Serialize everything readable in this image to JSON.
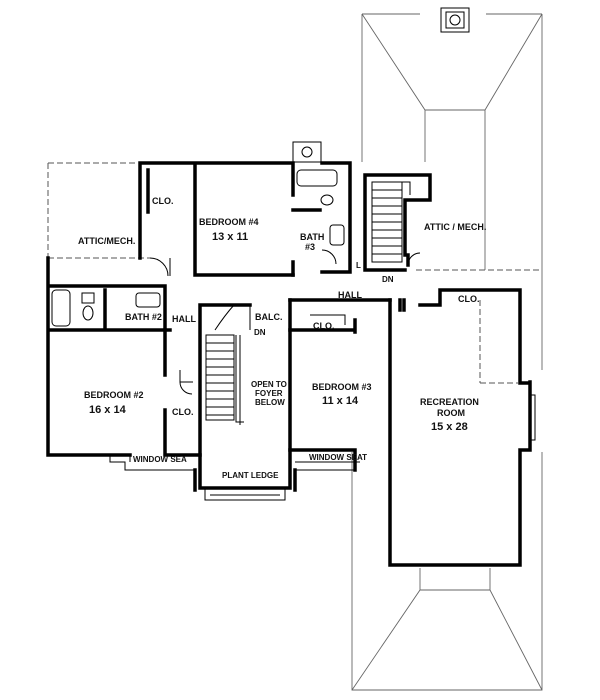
{
  "rooms": {
    "bedroom4_name": "BEDROOM #4",
    "bedroom4_size": "13 x 11",
    "bedroom2_name": "BEDROOM #2",
    "bedroom2_size": "16 x 14",
    "bedroom3_name": "BEDROOM #3",
    "bedroom3_size": "11 x 14",
    "recreation_name_1": "RECREATION",
    "recreation_name_2": "ROOM",
    "recreation_size": "15 x 28",
    "attic_left": "ATTIC/MECH.",
    "attic_right": "ATTIC / MECH.",
    "bath2": "BATH #2",
    "bath3_1": "BATH",
    "bath3_2": "#3",
    "balc": "BALC.",
    "open_foyer_1": "OPEN TO",
    "open_foyer_2": "FOYER",
    "open_foyer_3": "BELOW"
  },
  "labels": {
    "clo_bed4": "CLO.",
    "clo_bed2": "CLO.",
    "clo_hall": "CLO.",
    "clo_rec": "CLO.",
    "hall_left": "HALL",
    "hall_center": "HALL",
    "window_seat_left": "WINDOW SEA",
    "window_seat_right": "WINDOW SEAT",
    "plant_ledge": "PLANT LEDGE",
    "dn_main": "DN",
    "dn_back": "DN",
    "landing_l": "L"
  }
}
